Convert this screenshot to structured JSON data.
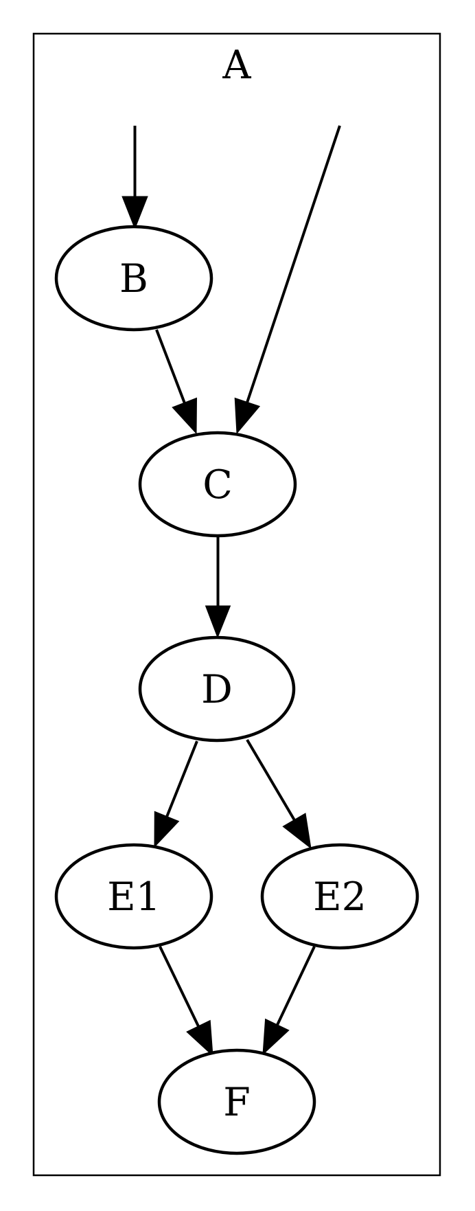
{
  "diagram": {
    "kind": "directed-graph",
    "cluster": {
      "label": "A"
    },
    "nodes": [
      {
        "id": "B",
        "label": "B"
      },
      {
        "id": "C",
        "label": "C"
      },
      {
        "id": "D",
        "label": "D"
      },
      {
        "id": "E1",
        "label": "E1"
      },
      {
        "id": "E2",
        "label": "E2"
      },
      {
        "id": "F",
        "label": "F"
      }
    ],
    "edges": [
      {
        "from": "offscreen-top-left",
        "to": "B"
      },
      {
        "from": "offscreen-top-right",
        "to": "C"
      },
      {
        "from": "B",
        "to": "C"
      },
      {
        "from": "C",
        "to": "D"
      },
      {
        "from": "D",
        "to": "E1"
      },
      {
        "from": "D",
        "to": "E2"
      },
      {
        "from": "E1",
        "to": "F"
      },
      {
        "from": "E2",
        "to": "F"
      }
    ],
    "colors": {
      "line": "#000000",
      "node_fill": "#ffffff",
      "background": "#ffffff"
    }
  }
}
